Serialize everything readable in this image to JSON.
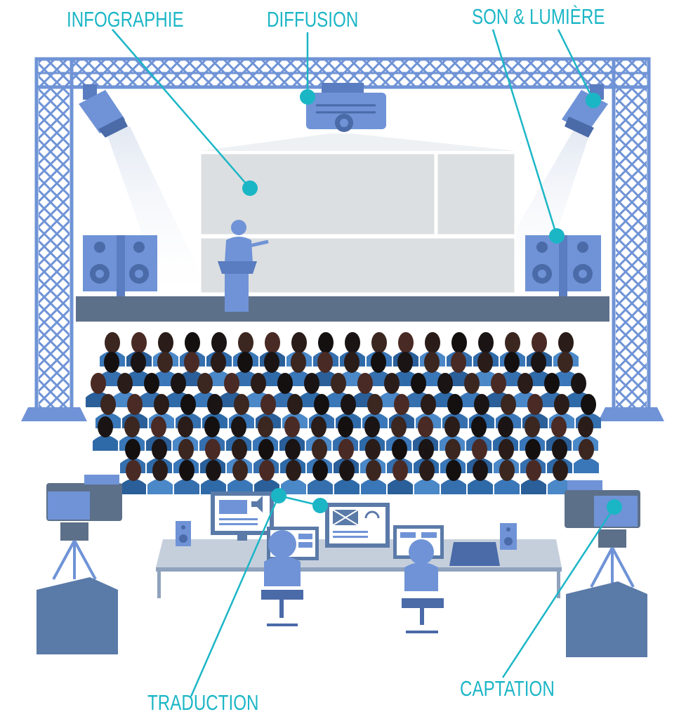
{
  "labels": {
    "infographie": "INFOGRAPHIE",
    "diffusion": "DIFFUSION",
    "son_lumiere": "SON & LUMIÈRE",
    "traduction": "TRADUCTION",
    "captation": "CAPTATION"
  },
  "colors": {
    "accent": "#1bb6c6",
    "truss": "#6f93d6",
    "truss_dark": "#5a7cc0",
    "stage": "#5d7089",
    "screen": "#dcdfe1",
    "speaker": "#6f93d6",
    "audience_shirt": "#2f6aa8",
    "equipment": "#5a7aa8",
    "desk": "#c5cfdc"
  }
}
